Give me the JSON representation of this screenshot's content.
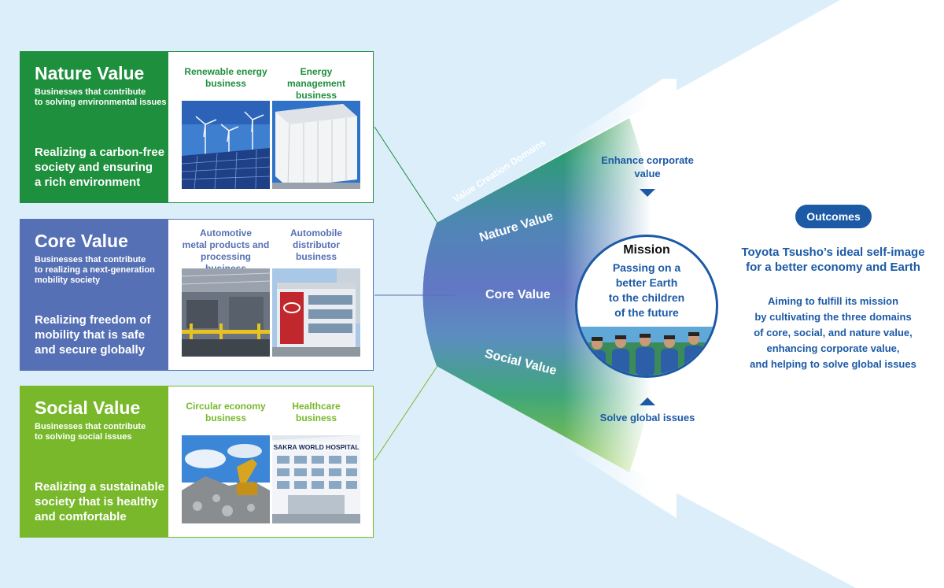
{
  "panels": [
    {
      "title": "Nature Value",
      "subtitle": "Businesses that contribute\nto solving environmental issues",
      "claim": "Realizing a carbon-free\nsociety and ensuring\na rich environment",
      "business1": "Renewable energy\nbusiness",
      "business2": "Energy management\nbusiness",
      "color": "#1e8f3c"
    },
    {
      "title": "Core Value",
      "subtitle": "Businesses that contribute\nto realizing a next-generation\nmobility society",
      "claim": "Realizing freedom of\nmobility that is safe\nand secure globally",
      "business1": "Automotive\nmetal products and\nprocessing business",
      "business2": "Automobile\ndistributor\nbusiness",
      "color": "#5670b5"
    },
    {
      "title": "Social Value",
      "subtitle": "Businesses that contribute\nto solving social issues",
      "claim": "Realizing a sustainable\nsociety that is healthy\nand comfortable",
      "business1": "Circular economy\nbusiness",
      "business2": "Healthcare\nbusiness",
      "color": "#78b82a"
    }
  ],
  "fan": {
    "domains_label": "Value Creation Domains",
    "nature": "Nature Value",
    "core": "Core Value",
    "social": "Social Value",
    "enhance": "Enhance corporate\nvalue",
    "solve": "Solve global issues"
  },
  "mission": {
    "title": "Mission",
    "text": "Passing on a\nbetter Earth\nto the children\nof the future"
  },
  "outcomes": {
    "label": "Outcomes",
    "headline": "Toyota Tsusho’s ideal self-image\nfor a better economy and Earth",
    "body": "Aiming to fulfill its mission\nby cultivating the three domains\nof core, social, and nature value,\nenhancing corporate value,\nand helping to solve global issues"
  },
  "photo_signage": "SAKRA WORLD HOSPITAL",
  "colors": {
    "accent_blue": "#1c5aa6",
    "nature_green": "#1e8f3c",
    "core_blue": "#5670b5",
    "social_green": "#78b82a"
  }
}
